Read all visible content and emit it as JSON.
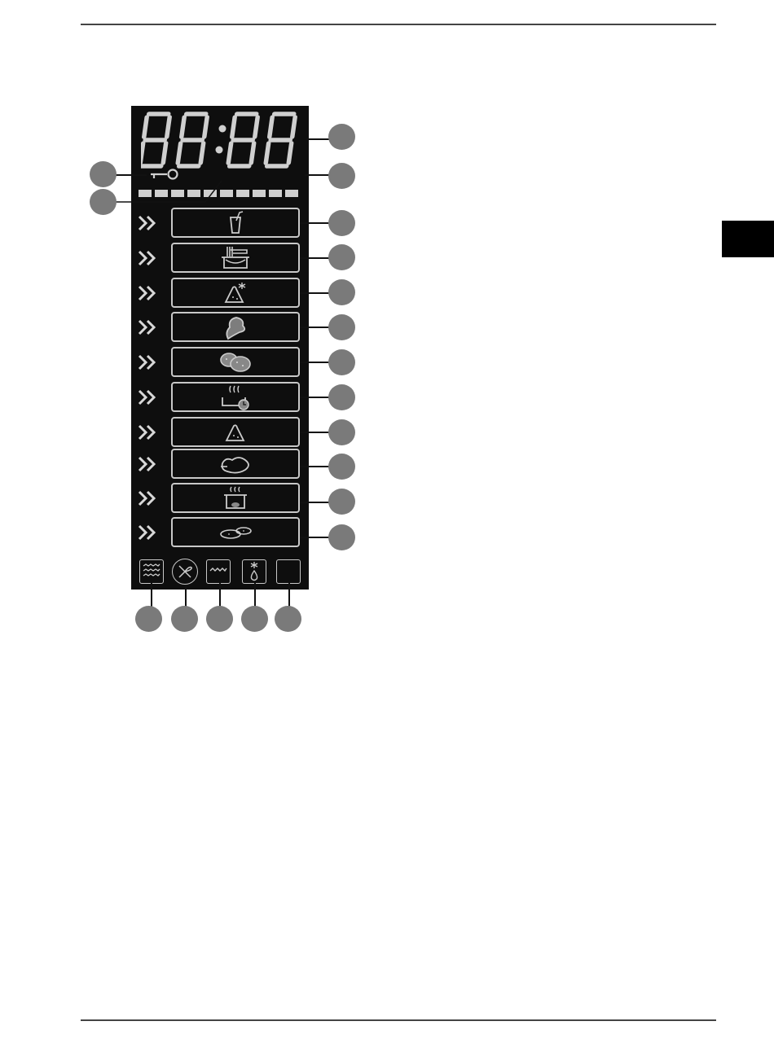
{
  "display": {
    "clock_text": "88:88",
    "segment_count": 10
  },
  "programs": [
    {
      "id": "drink",
      "icon": "cup-with-straw-icon"
    },
    {
      "id": "pasta",
      "icon": "pasta-in-pot-icon"
    },
    {
      "id": "frozen-pizza",
      "icon": "frozen-pizza-slice-icon"
    },
    {
      "id": "vegetables",
      "icon": "vegetables-icon"
    },
    {
      "id": "potatoes",
      "icon": "potatoes-icon"
    },
    {
      "id": "keep-warm",
      "icon": "steaming-dish-timer-icon"
    },
    {
      "id": "pizza",
      "icon": "pizza-slice-icon"
    },
    {
      "id": "poultry",
      "icon": "poultry-icon"
    },
    {
      "id": "soup",
      "icon": "steaming-pot-icon"
    },
    {
      "id": "snacks",
      "icon": "snack-plates-icon"
    }
  ],
  "modes": [
    {
      "id": "microwave",
      "icon": "microwave-waves-icon"
    },
    {
      "id": "convection",
      "icon": "fan-icon"
    },
    {
      "id": "grill",
      "icon": "grill-icon"
    },
    {
      "id": "defrost",
      "icon": "defrost-icon"
    },
    {
      "id": "blank",
      "icon": "blank-icon"
    }
  ],
  "colors": {
    "panel": "#0e0e0e",
    "lit": "#c8c8c8",
    "callout": "#7a7a7a"
  }
}
